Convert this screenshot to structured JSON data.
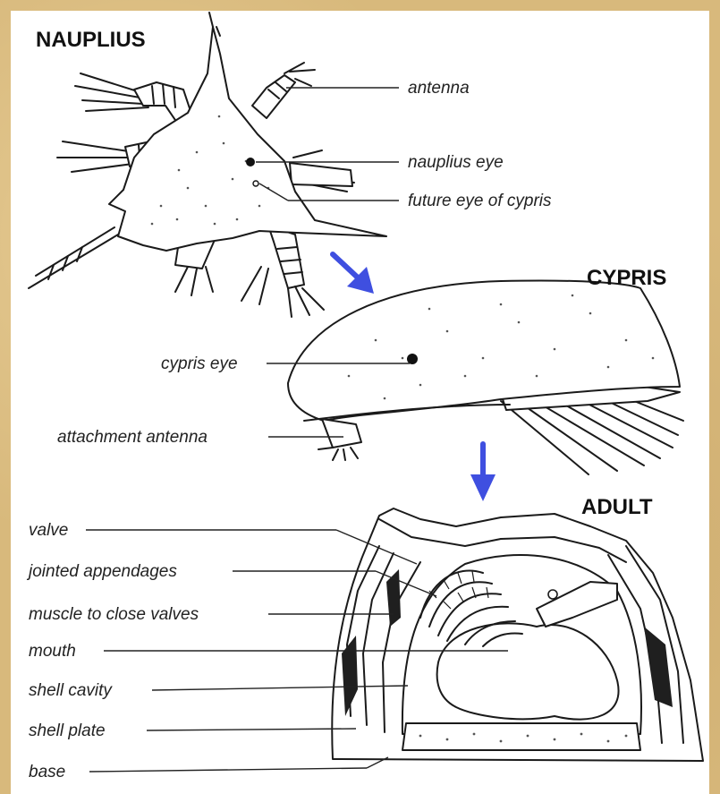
{
  "stages": {
    "nauplius": "NAUPLIUS",
    "cypris": "CYPRIS",
    "adult": "ADULT"
  },
  "nauplius_labels": [
    "antenna",
    "nauplius eye",
    "future eye of cypris"
  ],
  "cypris_labels": [
    "cypris eye",
    "attachment antenna"
  ],
  "adult_labels": [
    "valve",
    "jointed appendages",
    "muscle to close valves",
    "mouth",
    "shell cavity",
    "shell plate",
    "base"
  ],
  "colors": {
    "arrow": "#3f4fe0",
    "background": "#d8b97c",
    "panel": "#ffffff",
    "ink": "#1a1a1a"
  }
}
